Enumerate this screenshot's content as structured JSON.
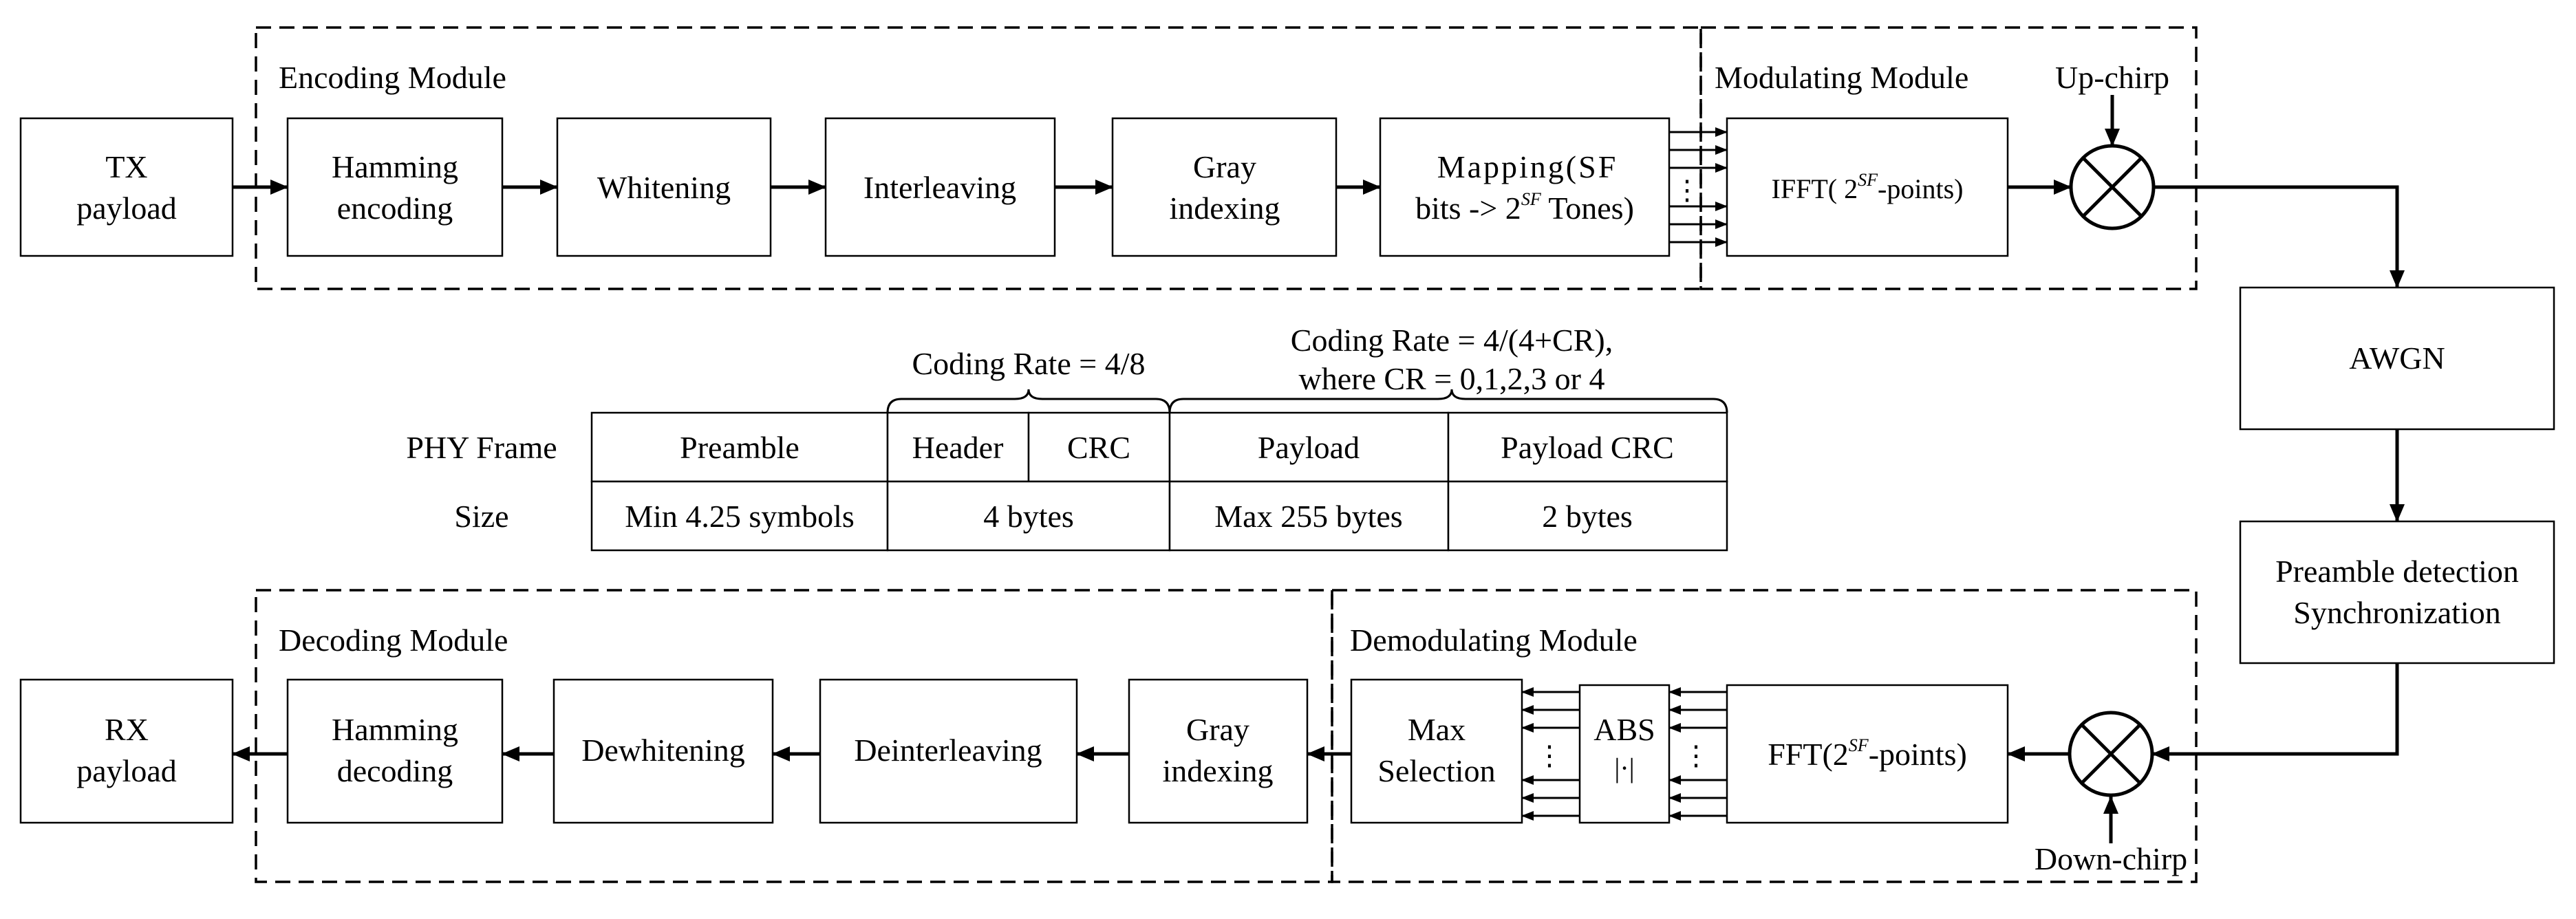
{
  "encoding_module": {
    "title": "Encoding Module",
    "tx_payload": [
      "TX",
      "payload"
    ],
    "hamming_encoding": [
      "Hamming",
      "encoding"
    ],
    "whitening": "Whitening",
    "interleaving": "Interleaving",
    "gray_indexing": [
      "Gray",
      "indexing"
    ],
    "mapping": {
      "line1": "Mapping(SF",
      "line2_prefix": "bits -> 2",
      "line2_sup": "SF",
      "line2_suffix": " Tones)"
    },
    "parallel_dots": "⋮"
  },
  "modulating_module": {
    "title": "Modulating Module",
    "ifft": {
      "prefix": "IFFT( 2",
      "sup": "SF",
      "suffix": "-points)"
    },
    "up_chirp": "Up-chirp"
  },
  "channel": {
    "awgn": "AWGN",
    "preamble_detection": [
      "Preamble detection",
      "Synchronization"
    ]
  },
  "demodulating_module": {
    "title": "Demodulating Module",
    "fft": {
      "prefix": "FFT(2",
      "sup": "SF",
      "suffix": "-points)"
    },
    "abs": [
      "ABS",
      "|·|"
    ],
    "max_selection": [
      "Max",
      "Selection"
    ],
    "down_chirp": "Down-chirp",
    "parallel_dots": "⋮"
  },
  "decoding_module": {
    "title": "Decoding Module",
    "gray_indexing": [
      "Gray",
      "indexing"
    ],
    "deinterleaving": "Deinterleaving",
    "dewhitening": "Dewhitening",
    "hamming_decoding": [
      "Hamming",
      "decoding"
    ],
    "rx_payload": [
      "RX",
      "payload"
    ]
  },
  "phy_frame": {
    "coding_rate_header": "Coding Rate = 4/8",
    "coding_rate_payload": [
      "Coding Rate = 4/(4+CR),",
      "where CR = 0,1,2,3 or 4"
    ],
    "row_labels": [
      "PHY Frame",
      "Size"
    ],
    "fields": [
      "Preamble",
      "Header",
      "CRC",
      "Payload",
      "Payload CRC"
    ],
    "sizes": [
      "Min 4.25 symbols",
      "4 bytes",
      "Max 255 bytes",
      "2 bytes"
    ]
  }
}
